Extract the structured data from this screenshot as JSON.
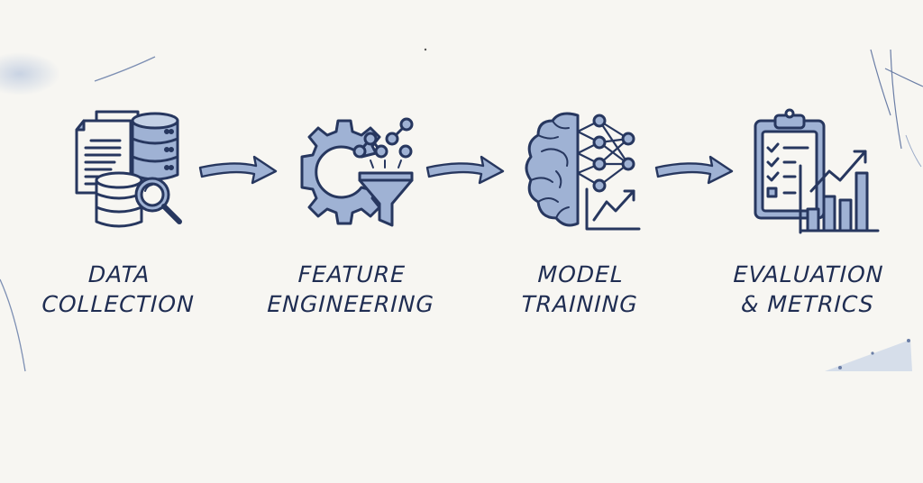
{
  "diagram": {
    "type": "process-flow",
    "direction": "left-to-right",
    "colors": {
      "background": "#f7f6f2",
      "stroke": "#27375f",
      "fill": "#9fb2d4",
      "fill_light": "#c4d1e6",
      "text": "#1f2d52"
    },
    "stages": [
      {
        "id": "data-collection",
        "icon": "documents-database-magnifier-icon",
        "label_line1": "DATA",
        "label_line2": "COLLECTION"
      },
      {
        "id": "feature-engineering",
        "icon": "gear-funnel-nodes-icon",
        "label_line1": "FEATURE",
        "label_line2": "ENGINEERING"
      },
      {
        "id": "model-training",
        "icon": "brain-neural-network-chart-icon",
        "label_line1": "MODEL",
        "label_line2": "TRAINING"
      },
      {
        "id": "evaluation-metrics",
        "icon": "clipboard-checklist-bar-chart-icon",
        "label_line1": "EVALUATION",
        "label_line2": "& METRICS"
      }
    ],
    "connectors": [
      {
        "from": "data-collection",
        "to": "feature-engineering",
        "icon": "arrow-right-icon"
      },
      {
        "from": "feature-engineering",
        "to": "model-training",
        "icon": "arrow-right-icon"
      },
      {
        "from": "model-training",
        "to": "evaluation-metrics",
        "icon": "arrow-right-icon"
      }
    ]
  }
}
